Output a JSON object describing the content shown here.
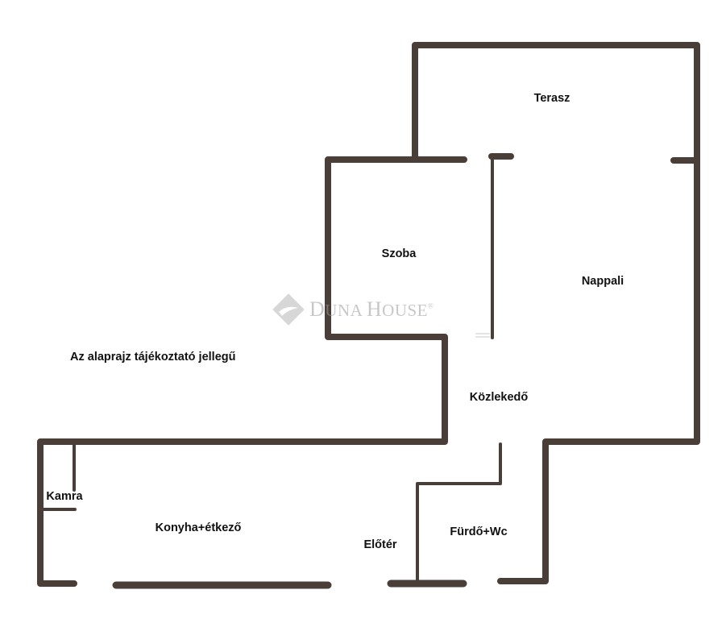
{
  "plan": {
    "wall_color": "#4a3f38",
    "background": "#ffffff",
    "disclaimer": "Az alaprajz tájékoztató jellegű",
    "watermark": {
      "icon": "duna-house-logo-icon",
      "brand_first": "D",
      "brand_rest_1": "UNA ",
      "brand_second": "H",
      "brand_rest_2": "OUSE",
      "registered": "®"
    },
    "rooms": [
      {
        "id": "terasz",
        "label": "Terasz"
      },
      {
        "id": "szoba",
        "label": "Szoba"
      },
      {
        "id": "nappali",
        "label": "Nappali"
      },
      {
        "id": "kozlekedo",
        "label": "Közlekedő"
      },
      {
        "id": "kamra",
        "label": "Kamra"
      },
      {
        "id": "konyha",
        "label": "Konyha+étkező"
      },
      {
        "id": "eloter",
        "label": "Előtér"
      },
      {
        "id": "furdo",
        "label": "Fürdő+Wc"
      }
    ]
  }
}
